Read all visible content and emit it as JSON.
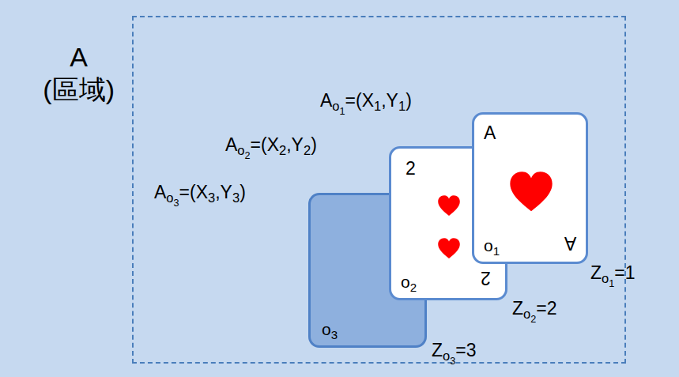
{
  "diagram": {
    "nodes": [
      {
        "text": [
          "A (區域)"
        ]
      },
      {
        "text": [
          "A",
          "o1",
          "A"
        ],
        "in": 0
      },
      {
        "text": [
          "2",
          "o2",
          "2"
        ],
        "in": 0
      },
      {
        "text": [
          "o3"
        ],
        "in": 0
      }
    ],
    "labels": [
      "Ao1=(X1,Y1)",
      "Ao2=(X2,Y2)",
      "Ao3=(X3,Y3)",
      "Zo1=1",
      "Zo2=2",
      "Zo3=3"
    ]
  }
}
